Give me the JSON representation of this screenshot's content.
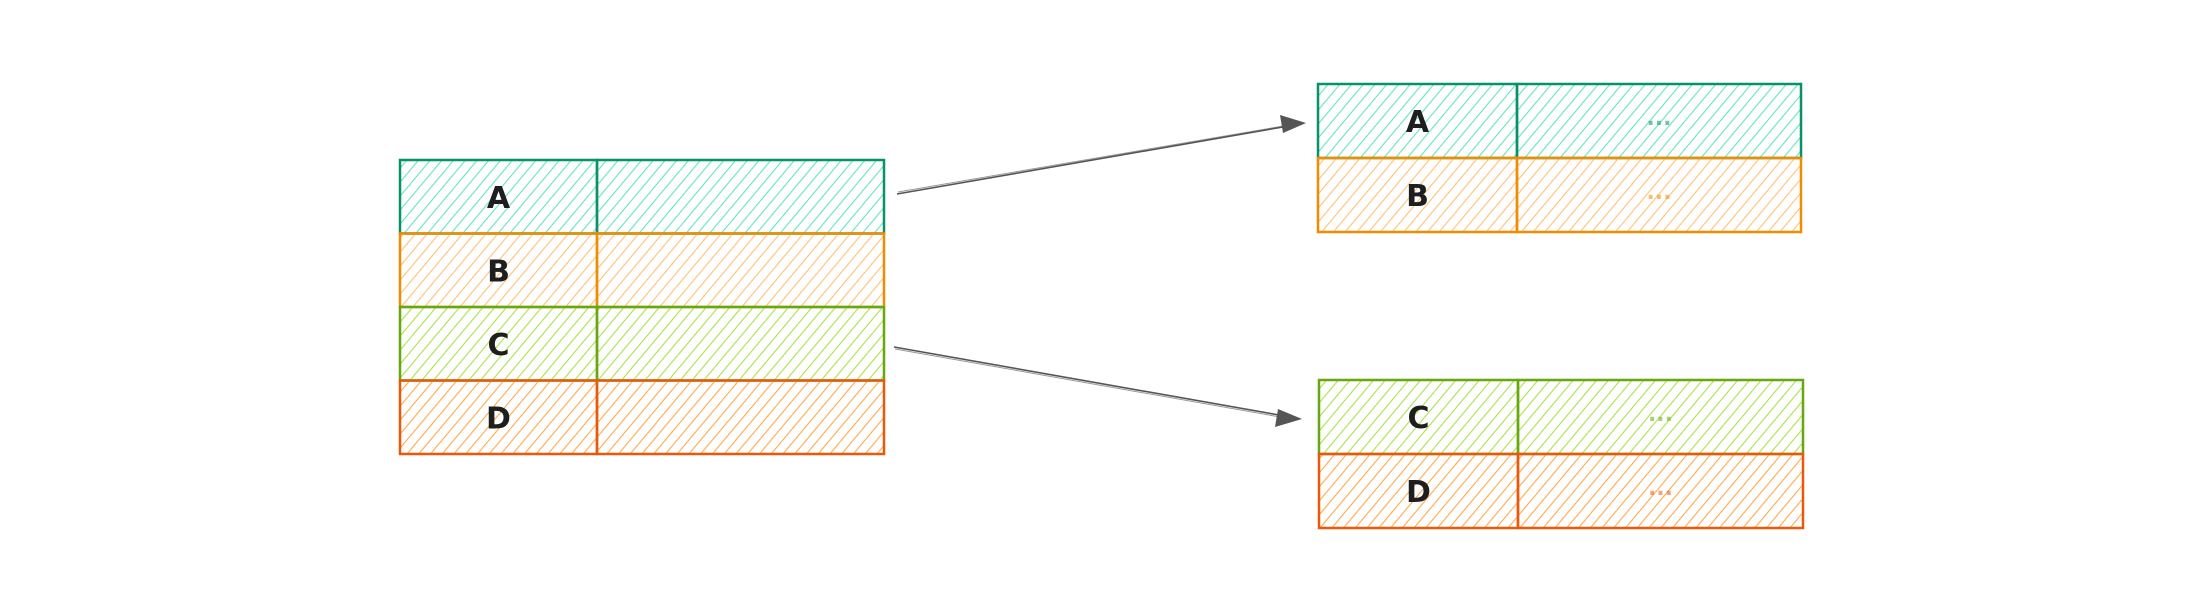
{
  "colors": {
    "A": {
      "stroke": "#099268",
      "fill": "#63e6be"
    },
    "B": {
      "stroke": "#f08c00",
      "fill": "#ffc078"
    },
    "C": {
      "stroke": "#66a80f",
      "fill": "#a9e34b"
    },
    "D": {
      "stroke": "#e8590c",
      "fill": "#ffa94d"
    },
    "arrow": "#555555"
  },
  "source_table": {
    "rows": [
      {
        "key": "A",
        "value": ""
      },
      {
        "key": "B",
        "value": ""
      },
      {
        "key": "C",
        "value": ""
      },
      {
        "key": "D",
        "value": ""
      }
    ]
  },
  "target_tables": [
    {
      "rows": [
        {
          "key": "A",
          "value": "..."
        },
        {
          "key": "B",
          "value": "..."
        }
      ]
    },
    {
      "rows": [
        {
          "key": "C",
          "value": "..."
        },
        {
          "key": "D",
          "value": "..."
        }
      ]
    }
  ]
}
